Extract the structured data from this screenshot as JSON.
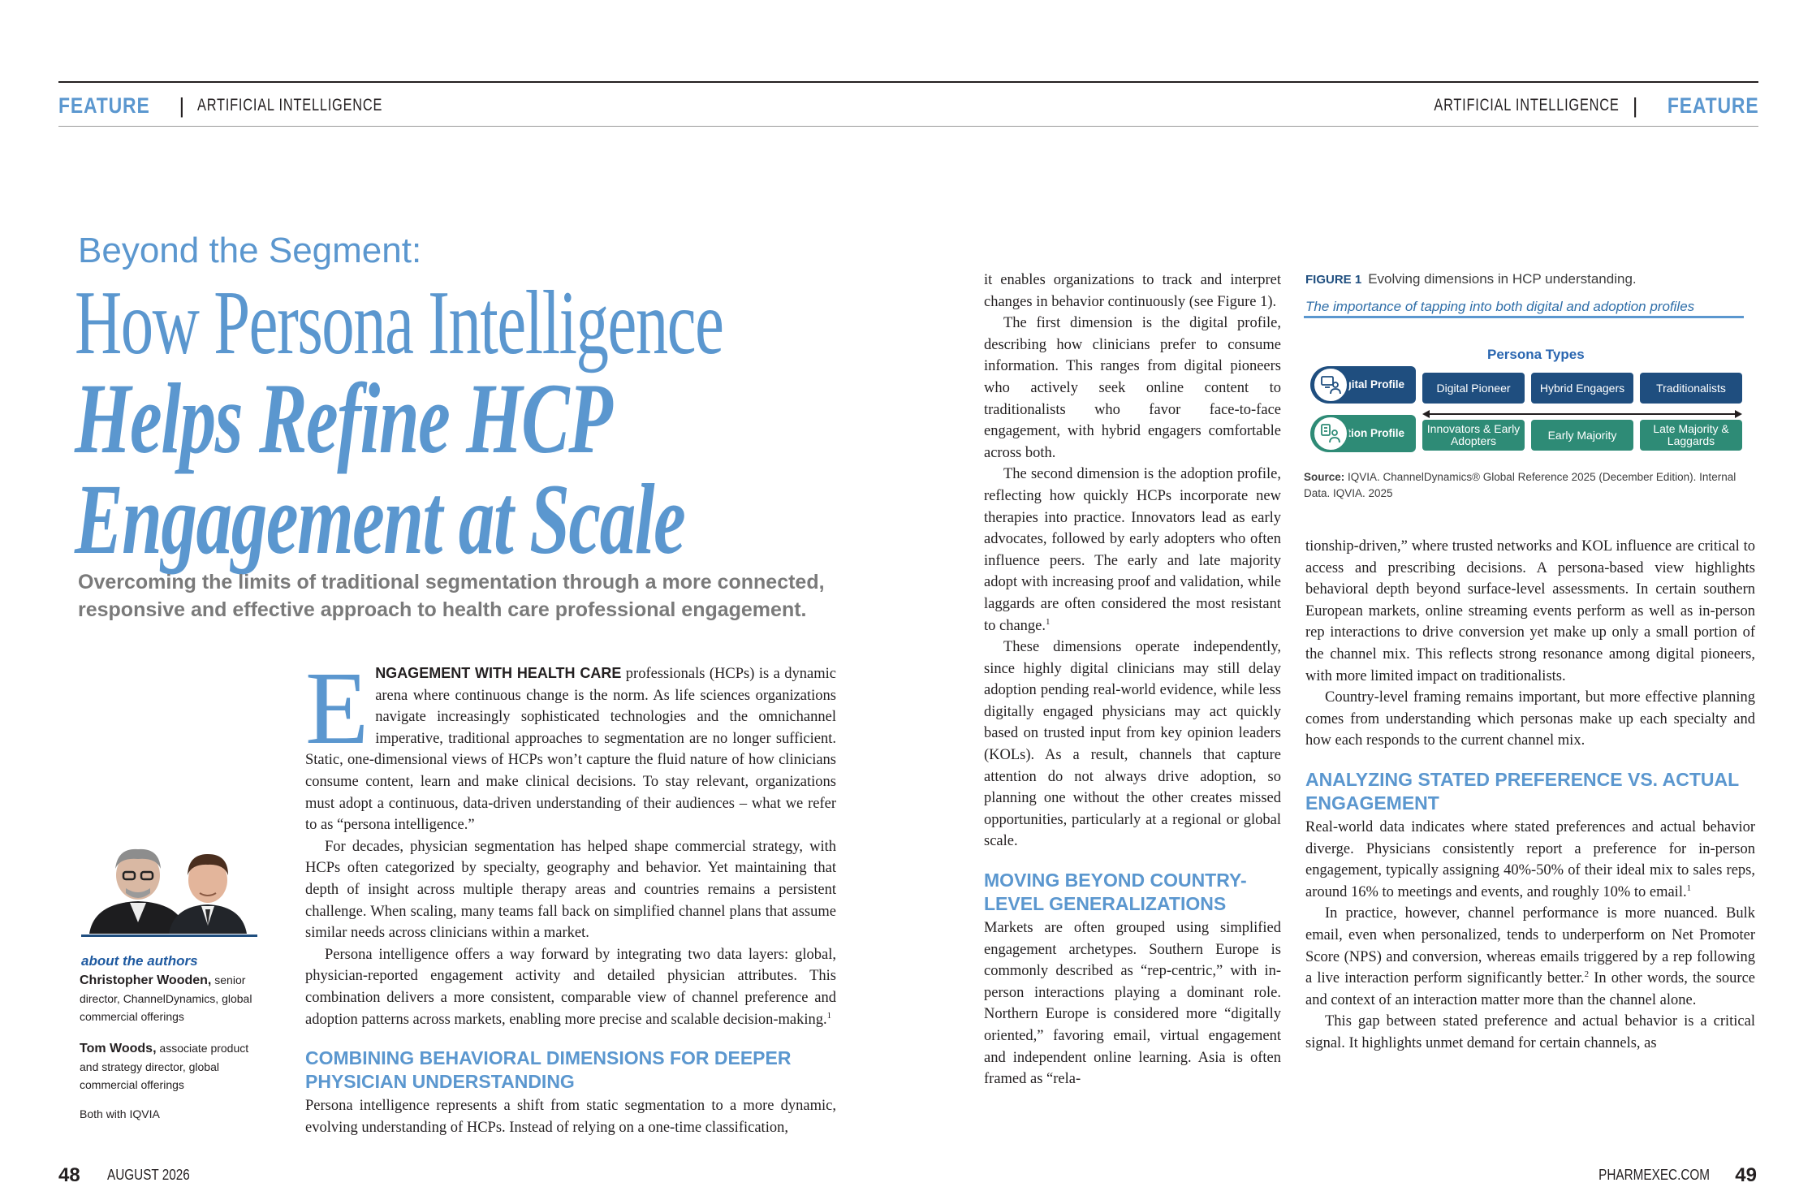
{
  "header": {
    "left_feature": "FEATURE",
    "left_sep": "|",
    "left_topic": "ARTIFICIAL INTELLIGENCE",
    "right_topic": "ARTIFICIAL INTELLIGENCE",
    "right_sep": "|",
    "right_feature": "FEATURE"
  },
  "article": {
    "kicker": "Beyond the Segment:",
    "title_line1": "How Persona Intelligence",
    "title_line2": "Helps Refine HCP",
    "title_line3": "Engagement at Scale",
    "deck": "Overcoming the limits of traditional segmentation through a more connected, responsive and effective approach to health care professional engagement."
  },
  "authors": {
    "heading": "about the authors",
    "a1_name": "Christopher Wooden,",
    "a1_title": "senior director, ChannelDynamics, global commercial offerings",
    "a2_name": "Tom Woods,",
    "a2_title": "associate product and strategy director, global commercial offerings",
    "affiliation": "Both with IQVIA"
  },
  "col1": {
    "dropcap": "E",
    "lead": "NGAGEMENT WITH HEALTH CARE",
    "p1": "professionals (HCPs) is a dynamic arena where continuous change is the norm. As life sciences organizations navigate increasingly sophisticated technologies and the omnichannel imperative, traditional approaches to segmentation are no longer sufficient. Static, one-dimensional views of HCPs won’t capture the fluid nature of how clinicians consume content, learn and make clinical decisions. To stay relevant, organizations must adopt a continuous, data-driven understanding of their audiences – what we refer to as “persona intelligence.”",
    "p2": "For decades, physician segmentation has helped shape commercial strategy, with HCPs often categorized by specialty, geography and behavior. Yet maintaining that depth of insight across multiple therapy areas and countries remains a persistent challenge. When scaling, many teams fall back on simplified channel plans that assume similar needs across clinicians within a market.",
    "p3": "Persona intelligence offers a way forward by integrating two data layers: global, physician-reported engagement activity and detailed physician attributes. This combination delivers a more consistent, comparable view of channel preference and adoption patterns across markets, enabling more precise and scalable decision-making.",
    "p3_ref": "1",
    "h1": "COMBINING BEHAVIORAL DIMENSIONS FOR DEEPER PHYSICIAN UNDERSTANDING",
    "p4": "Persona intelligence represents a shift from static segmentation to a more dynamic, evolving understanding of HCPs. Instead of relying on a one-time classification,"
  },
  "col2": {
    "p1": "it enables organizations to track and interpret changes in behavior continuously (see Figure 1).",
    "p2": "The first dimension is the digital profile, describing how clinicians prefer to consume information. This ranges from digital pioneers who actively seek online content to traditionalists who favor face-to-face engagement, with hybrid engagers comfortable across both.",
    "p3": "The second dimension is the adoption profile, reflecting how quickly HCPs incorporate new therapies into practice. Innovators lead as early advocates, followed by early adopters who often influence peers. The early and late majority adopt with increasing proof and validation, while laggards are often considered the most resistant to change.",
    "p3_ref": "1",
    "p4": "These dimensions operate independently, since highly digital clinicians may still delay adoption pending real-world evidence, while less digitally engaged physicians may act quickly based on trusted input from key opinion leaders (KOLs). As a result, channels that capture attention do not always drive adoption, so planning one without the other creates missed opportunities, particularly at a regional or global scale.",
    "h1": "MOVING BEYOND COUNTRY-LEVEL GENERALIZATIONS",
    "p5": "Markets are often grouped using simplified engagement archetypes. Southern Europe is commonly described as “rep-centric,” with in-person interactions playing a dominant role. Northern Europe is considered more “digitally oriented,” favoring email, virtual engagement and independent online learning. Asia is often framed as “rela-"
  },
  "figure": {
    "label": "FIGURE 1",
    "title": "Evolving dimensions in HCP understanding.",
    "subtitle": "The importance of tapping into both digital and adoption profiles",
    "persona_types": "Persona Types",
    "digital_profile": "Digital Profile",
    "adoption_profile": "Adoption Profile",
    "digital_boxes": [
      "Digital Pioneer",
      "Hybrid Engagers",
      "Traditionalists"
    ],
    "adoption_boxes": [
      "Innovators & Early Adopters",
      "Early Majority",
      "Late Majority & Laggards"
    ],
    "source_label": "Source:",
    "source_text": "IQVIA. ChannelDynamics® Global Reference 2025 (December Edition). Internal Data. IQVIA. 2025",
    "colors": {
      "digital": "#1f4e7f",
      "adoption": "#2e8b76",
      "accent": "#5b97cf"
    }
  },
  "col3": {
    "p1": "tionship-driven,” where trusted networks and KOL influence are critical to access and prescribing decisions. A persona-based view highlights behavioral depth beyond surface-level assessments. In certain southern European markets, online streaming events perform as well as in-person rep interactions to drive conversion yet make up only a small portion of the channel mix. This reflects strong resonance among digital pioneers, with more limited impact on traditionalists.",
    "p2": "Country-level framing remains important, but more effective planning comes from understanding which personas make up each specialty and how each responds to the current channel mix.",
    "h1": "ANALYZING STATED PREFERENCE VS. ACTUAL ENGAGEMENT",
    "p3": "Real-world data indicates where stated preferences and actual behavior diverge. Physicians consistently report a preference for in-person engagement, typically assigning 40%-50% of their ideal mix to sales reps, around 16% to meetings and events, and roughly 10% to email.",
    "p3_ref": "1",
    "p4": "In practice, however, channel performance is more nuanced. Bulk email, even when personalized, tends to underperform on Net Promoter Score (NPS) and conversion, whereas emails triggered by a rep following a live interaction perform significantly better.",
    "p4_ref": "2",
    "p4b": "In other words, the source and context of an interaction matter more than the channel alone.",
    "p5": "This gap between stated preference and actual behavior is a critical signal. It highlights unmet demand for certain channels, as"
  },
  "footer": {
    "left_page": "48",
    "left_date": "AUGUST 2026",
    "right_site": "PHARMEXEC.COM",
    "right_page": "49"
  }
}
